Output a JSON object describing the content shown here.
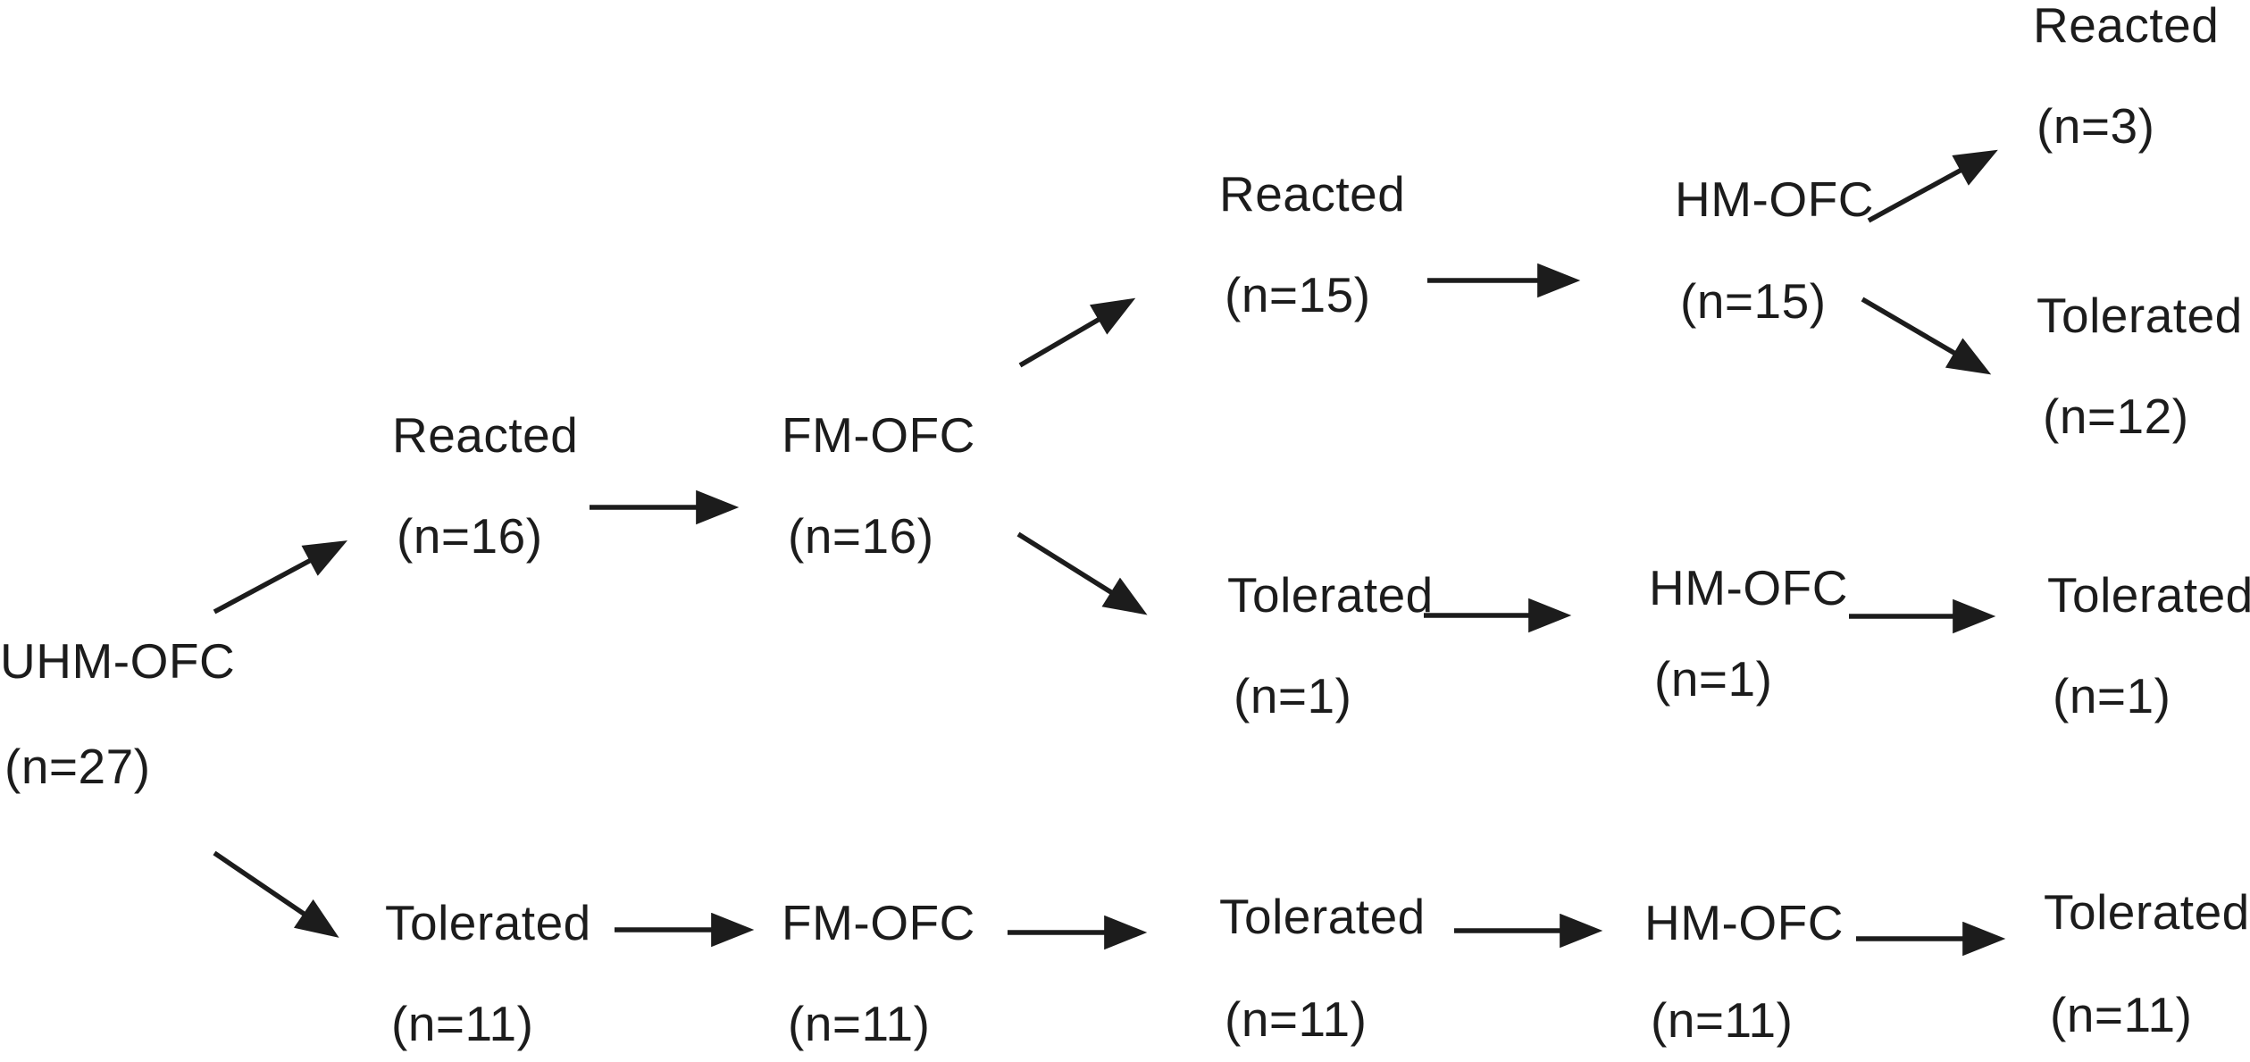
{
  "diagram": {
    "type": "flow-tree",
    "colors": {
      "ink": "#1c1c1c",
      "background": "#ffffff"
    },
    "nodes": {
      "uhm_ofc": {
        "label": "UHM-OFC",
        "count": "(n=27)"
      },
      "reacted_16": {
        "label": "Reacted",
        "count": "(n=16)"
      },
      "fm_ofc_16": {
        "label": "FM-OFC",
        "count": "(n=16)"
      },
      "reacted_15": {
        "label": "Reacted",
        "count": "(n=15)"
      },
      "hm_ofc_15": {
        "label": "HM-OFC",
        "count": "(n=15)"
      },
      "reacted_3": {
        "label": "Reacted",
        "count": "(n=3)"
      },
      "tolerated_12": {
        "label": "Tolerated",
        "count": "(n=12)"
      },
      "tolerated_1": {
        "label": "Tolerated",
        "count": "(n=1)"
      },
      "hm_ofc_1": {
        "label": "HM-OFC",
        "count": "(n=1)"
      },
      "tolerated_1_final": {
        "label": "Tolerated",
        "count": "(n=1)"
      },
      "tolerated_11": {
        "label": "Tolerated",
        "count": "(n=11)"
      },
      "fm_ofc_11": {
        "label": "FM-OFC",
        "count": "(n=11)"
      },
      "tolerated_11_mid": {
        "label": "Tolerated",
        "count": "(n=11)"
      },
      "hm_ofc_11": {
        "label": "HM-OFC",
        "count": "(n=11)"
      },
      "tolerated_11_final": {
        "label": "Tolerated",
        "count": "(n=11)"
      }
    },
    "edges": [
      {
        "from": "uhm_ofc",
        "to": "reacted_16"
      },
      {
        "from": "reacted_16",
        "to": "fm_ofc_16"
      },
      {
        "from": "fm_ofc_16",
        "to": "reacted_15"
      },
      {
        "from": "reacted_15",
        "to": "hm_ofc_15"
      },
      {
        "from": "hm_ofc_15",
        "to": "reacted_3"
      },
      {
        "from": "hm_ofc_15",
        "to": "tolerated_12"
      },
      {
        "from": "fm_ofc_16",
        "to": "tolerated_1"
      },
      {
        "from": "tolerated_1",
        "to": "hm_ofc_1"
      },
      {
        "from": "hm_ofc_1",
        "to": "tolerated_1_final"
      },
      {
        "from": "uhm_ofc",
        "to": "tolerated_11"
      },
      {
        "from": "tolerated_11",
        "to": "fm_ofc_11"
      },
      {
        "from": "fm_ofc_11",
        "to": "tolerated_11_mid"
      },
      {
        "from": "tolerated_11_mid",
        "to": "hm_ofc_11"
      },
      {
        "from": "hm_ofc_11",
        "to": "tolerated_11_final"
      }
    ]
  }
}
